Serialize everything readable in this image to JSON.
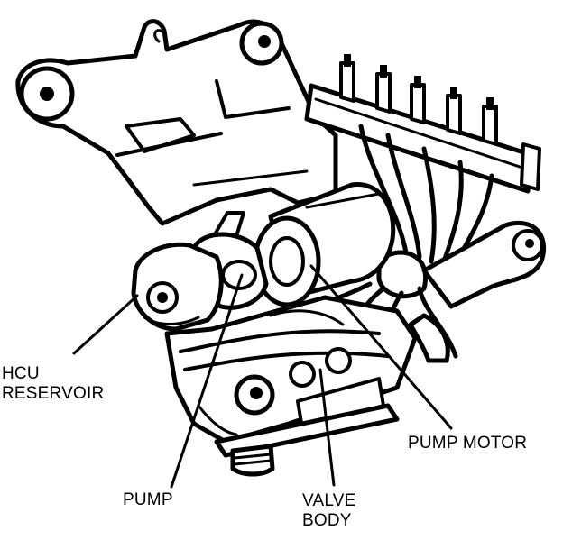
{
  "labels": {
    "hcu_reservoir_line1": "HCU",
    "hcu_reservoir_line2": "RESERVOIR",
    "pump": "PUMP",
    "valve_body_line1": "VALVE",
    "valve_body_line2": "BODY",
    "pump_motor": "PUMP MOTOR"
  }
}
